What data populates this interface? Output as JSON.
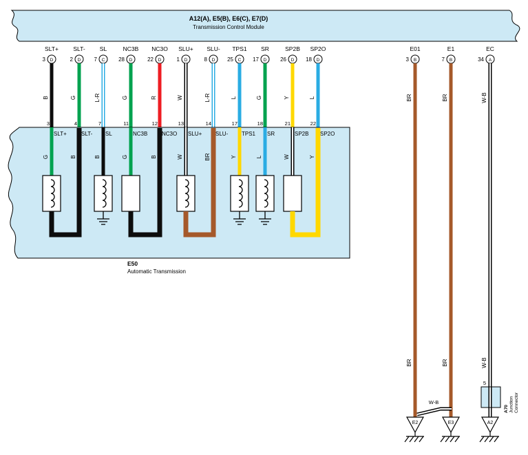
{
  "colors": {
    "black": "#0d0d0d",
    "green": "#00a24f",
    "red": "#ee1d23",
    "blue": "#2aace3",
    "yellow": "#ffd800",
    "brown": "#a5592a",
    "white": "#ffffff",
    "box_fill": "#cde9f5",
    "line": "#000000"
  },
  "tcm": {
    "title": "A12(A), E5(B), E6(C), E7(D)",
    "subtitle": "Transmission Control Module"
  },
  "tcm_pins": [
    {
      "id": "SLT+",
      "label": "SLT+",
      "pin": "3",
      "conn": "D",
      "code": "B",
      "color": "black"
    },
    {
      "id": "SLT-",
      "label": "SLT-",
      "pin": "2",
      "conn": "D",
      "code": "G",
      "color": "green"
    },
    {
      "id": "SL",
      "label": "SL",
      "pin": "7",
      "conn": "C",
      "code": "L-R",
      "color": "white_blue"
    },
    {
      "id": "NC3B",
      "label": "NC3B",
      "pin": "28",
      "conn": "D",
      "code": "G",
      "color": "green"
    },
    {
      "id": "NC3O",
      "label": "NC3O",
      "pin": "22",
      "conn": "D",
      "code": "R",
      "color": "red"
    },
    {
      "id": "SLU+",
      "label": "SLU+",
      "pin": "1",
      "conn": "D",
      "code": "W",
      "color": "white_black"
    },
    {
      "id": "SLU-",
      "label": "SLU-",
      "pin": "8",
      "conn": "D",
      "code": "L-R",
      "color": "white_blue"
    },
    {
      "id": "TPS1",
      "label": "TPS1",
      "pin": "25",
      "conn": "C",
      "code": "L",
      "color": "blue"
    },
    {
      "id": "SR",
      "label": "SR",
      "pin": "17",
      "conn": "D",
      "code": "G",
      "color": "green"
    },
    {
      "id": "SP2B",
      "label": "SP2B",
      "pin": "26",
      "conn": "D",
      "code": "Y",
      "color": "yellow"
    },
    {
      "id": "SP2O",
      "label": "SP2O",
      "pin": "18",
      "conn": "D",
      "code": "L",
      "color": "blue"
    },
    {
      "id": "E01",
      "label": "E01",
      "pin": "3",
      "conn": "B",
      "code": "BR",
      "color": "brown"
    },
    {
      "id": "E1",
      "label": "E1",
      "pin": "7",
      "conn": "B",
      "code": "BR",
      "color": "brown"
    },
    {
      "id": "EC",
      "label": "EC",
      "pin": "34",
      "conn": "A",
      "code": "W-B",
      "color": "white_black"
    }
  ],
  "e50": {
    "name": "E50",
    "subtitle": "Automatic Transmission"
  },
  "e50_pins": [
    {
      "id": "SLT+",
      "num": "3",
      "label": "SLT+",
      "code": "G",
      "color": "green",
      "comp": "coil"
    },
    {
      "id": "SLT-",
      "num": "4",
      "label": "SLT-",
      "code": "B",
      "color": "black",
      "comp": "return"
    },
    {
      "id": "SL",
      "num": "7",
      "label": "SL",
      "code": "B",
      "color": "black",
      "comp": "coil_ground"
    },
    {
      "id": "NC3B",
      "num": "11",
      "label": "NC3B",
      "code": "G",
      "color": "green",
      "comp": "box"
    },
    {
      "id": "NC3O",
      "num": "12",
      "label": "NC3O",
      "code": "B",
      "color": "black",
      "comp": "return"
    },
    {
      "id": "SLU+",
      "num": "13",
      "label": "SLU+",
      "code": "W",
      "color": "white_black",
      "comp": "coil"
    },
    {
      "id": "SLU-",
      "num": "14",
      "label": "SLU-",
      "code": "BR",
      "color": "brown",
      "comp": "return"
    },
    {
      "id": "TPS1",
      "num": "17",
      "label": "TPS1",
      "code": "Y",
      "color": "yellow",
      "comp": "coil_ground"
    },
    {
      "id": "SR",
      "num": "18",
      "label": "SR",
      "code": "L",
      "color": "blue",
      "comp": "coil_ground"
    },
    {
      "id": "SP2B",
      "num": "21",
      "label": "SP2B",
      "code": "W",
      "color": "white_black",
      "comp": "box"
    },
    {
      "id": "SP2O",
      "num": "22",
      "label": "SP2O",
      "code": "Y",
      "color": "yellow",
      "comp": "return"
    }
  ],
  "e50_loops": [
    {
      "from": "SLT+",
      "to": "SLT-",
      "color": "black"
    },
    {
      "from": "NC3B",
      "to": "NC3O",
      "color": "black"
    },
    {
      "from": "SLU+",
      "to": "SLU-",
      "color": "brown"
    },
    {
      "from": "SP2B",
      "to": "SP2O",
      "color": "yellow"
    }
  ],
  "right_lower_codes": [
    {
      "id": "E01",
      "code": "BR"
    },
    {
      "id": "E1",
      "code": "BR"
    },
    {
      "id": "EC",
      "code": "W-B"
    }
  ],
  "wb_link_label": "W-B",
  "a70": {
    "pin": "5",
    "name": "A70",
    "line1": "Junction",
    "line2": "Connector"
  },
  "ground_points": [
    {
      "id": "E2"
    },
    {
      "id": "E3"
    },
    {
      "id": "A2"
    }
  ]
}
